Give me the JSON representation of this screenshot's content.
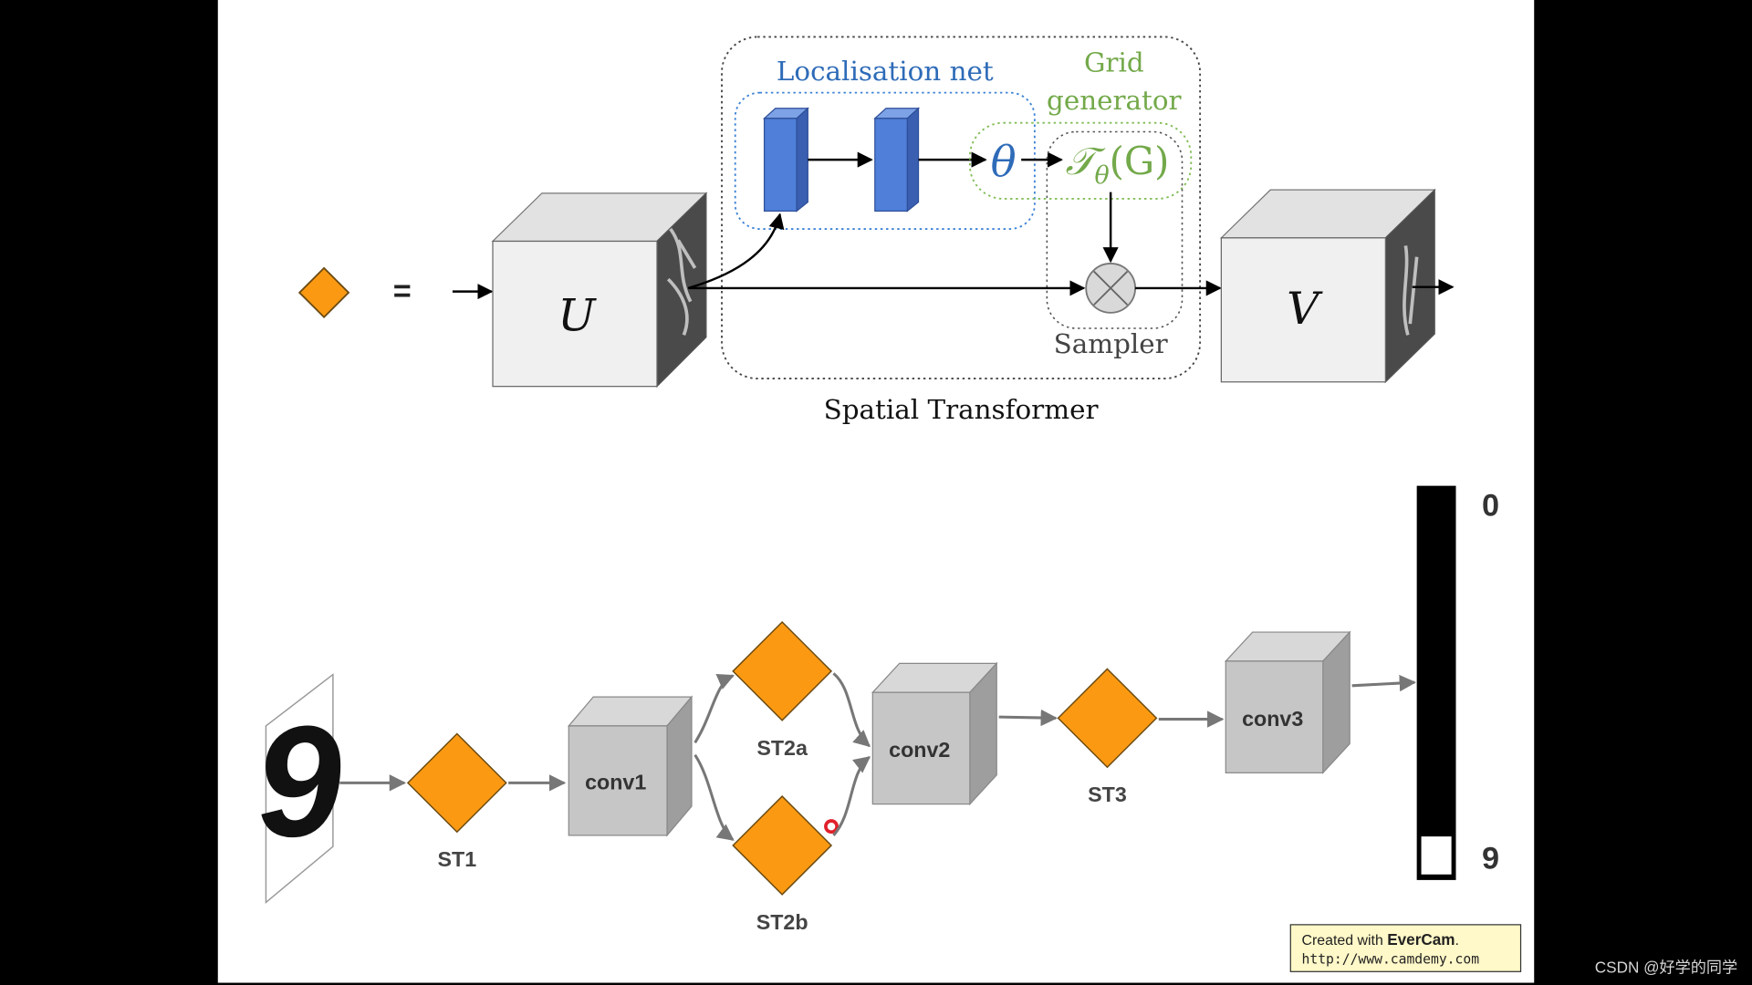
{
  "colors": {
    "background": "#000000",
    "slide": "#ffffff",
    "localisation_blue": "#2e6bb8",
    "grid_green": "#73a94a",
    "diamond_orange": "#fb9a12",
    "diamond_stroke": "#6b4a12",
    "cube_front": "#f0f0f0",
    "cube_top": "#e2e2e2",
    "cube_side": "#4a4a4a",
    "network_cube_front": "#c6c6c6",
    "network_cube_top": "#d8d8d8",
    "network_cube_side": "#9e9e9e",
    "filter_blue": "#4f7fd8",
    "arrow_grey": "#777777",
    "watermark_fill": "#fff8c8",
    "cursor_red": "#e0202a"
  },
  "spatial_transformer": {
    "localisation_label": "Localisation net",
    "grid_label_line1": "Grid",
    "grid_label_line2": "generator",
    "theta_symbol": "θ",
    "grid_function_T": "𝒯",
    "grid_function_sub": "θ",
    "grid_function_args": "(G)",
    "sampler_label": "Sampler",
    "module_caption": "Spatial Transformer",
    "input_label": "U",
    "output_label": "V",
    "equals_symbol": "="
  },
  "network": {
    "input_digit": "9",
    "st1_label": "ST1",
    "conv1_label": "conv1",
    "st2a_label": "ST2a",
    "st2b_label": "ST2b",
    "conv2_label": "conv2",
    "st3_label": "ST3",
    "conv3_label": "conv3",
    "output_top_label": "0",
    "output_bottom_label": "9"
  },
  "watermark": {
    "created_prefix": "Created with ",
    "brand": "EverCam",
    "url": "http://www.camdemy.com"
  },
  "csdn_watermark": "CSDN @好学的同学"
}
